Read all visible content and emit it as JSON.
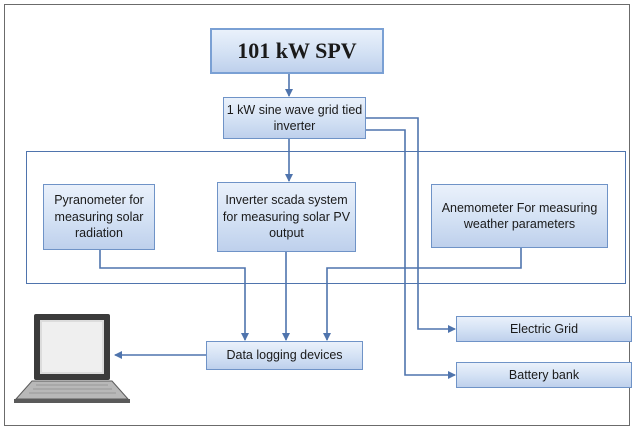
{
  "diagram": {
    "title_box": "101 kW SPV",
    "inverter": "1 kW sine wave grid tied inverter",
    "pyranometer": "Pyranometer for measuring solar radiation",
    "scada": "Inverter scada system for measuring solar PV output",
    "anemometer": "Anemometer For measuring weather parameters",
    "data_logging": "Data logging devices",
    "electric_grid": "Electric Grid",
    "battery_bank": "Battery bank"
  },
  "icons": {
    "computer": "laptop-icon"
  },
  "colors": {
    "box_border": "#6f93c7",
    "box_fill": "#d3e1f4",
    "arrow": "#4f74ad"
  }
}
